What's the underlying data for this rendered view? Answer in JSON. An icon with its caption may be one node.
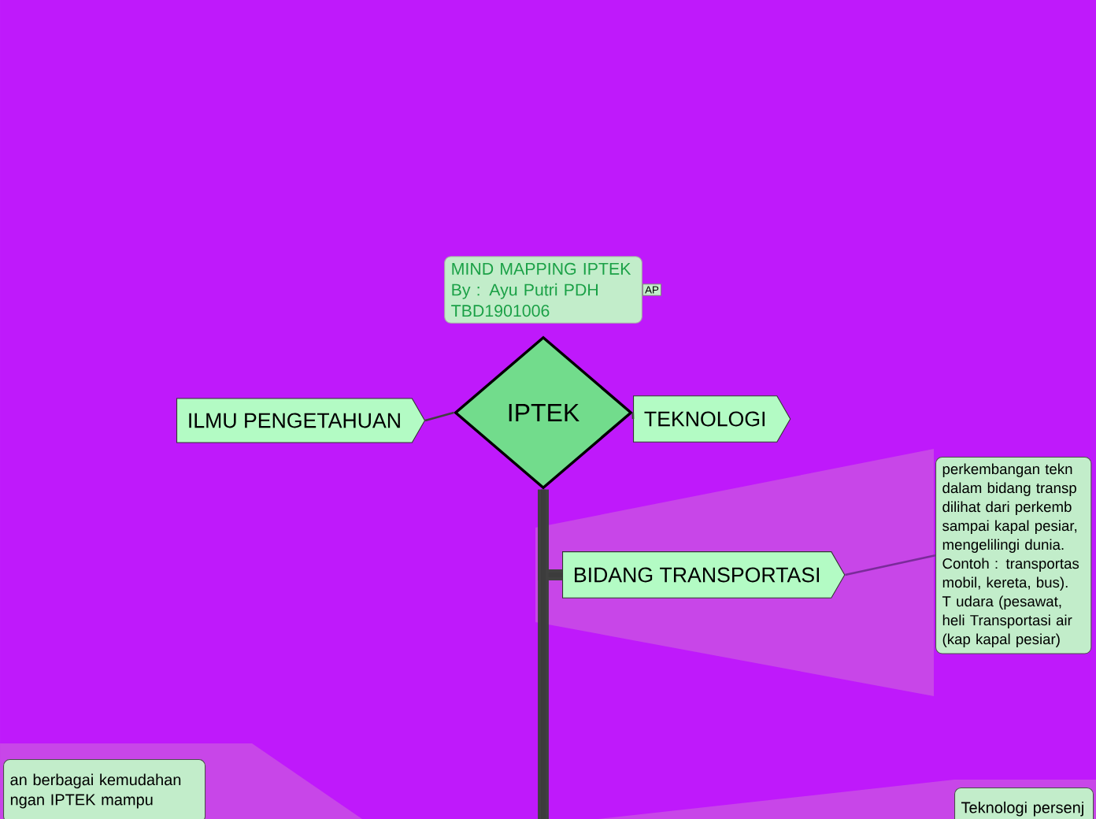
{
  "diagram": {
    "nodes": [
      {
        "text": [
          "MIND MAPPING IPTEK By : Ayu Putri PDH TBD1901006"
        ]
      },
      {
        "text": [
          "IPTEK"
        ]
      },
      {
        "text": [
          "ILMU PENGETAHUAN"
        ]
      },
      {
        "text": [
          "TEKNOLOGI"
        ]
      },
      {
        "text": [
          "BIDANG TRANSPORTASI"
        ]
      },
      {
        "text": [
          "perkembangan tekn dalam bidang transp dilihat dari perkemb sampai kapal pesiar, mengelilingi dunia. Contoh : transportas mobil, kereta, bus). T udara (pesawat, heli Transportasi air (kap kapal pesiar)"
        ]
      },
      {
        "text": [
          "an berbagai kemudahan ngan IPTEK mampu"
        ]
      },
      {
        "text": [
          "Teknologi persenj"
        ]
      }
    ],
    "edges": [
      {
        "from": 1,
        "to": 2,
        "arrow": "none"
      },
      {
        "from": 1,
        "to": 3,
        "arrow": "none"
      },
      {
        "from": 1,
        "to": 4,
        "arrow": "none",
        "style": "thick"
      },
      {
        "from": 1,
        "to": null,
        "arrow": "none",
        "style": "thick"
      },
      {
        "from": 4,
        "to": 5,
        "arrow": "none",
        "color": "#7a2b9a"
      }
    ],
    "labels": [
      "AP"
    ]
  }
}
